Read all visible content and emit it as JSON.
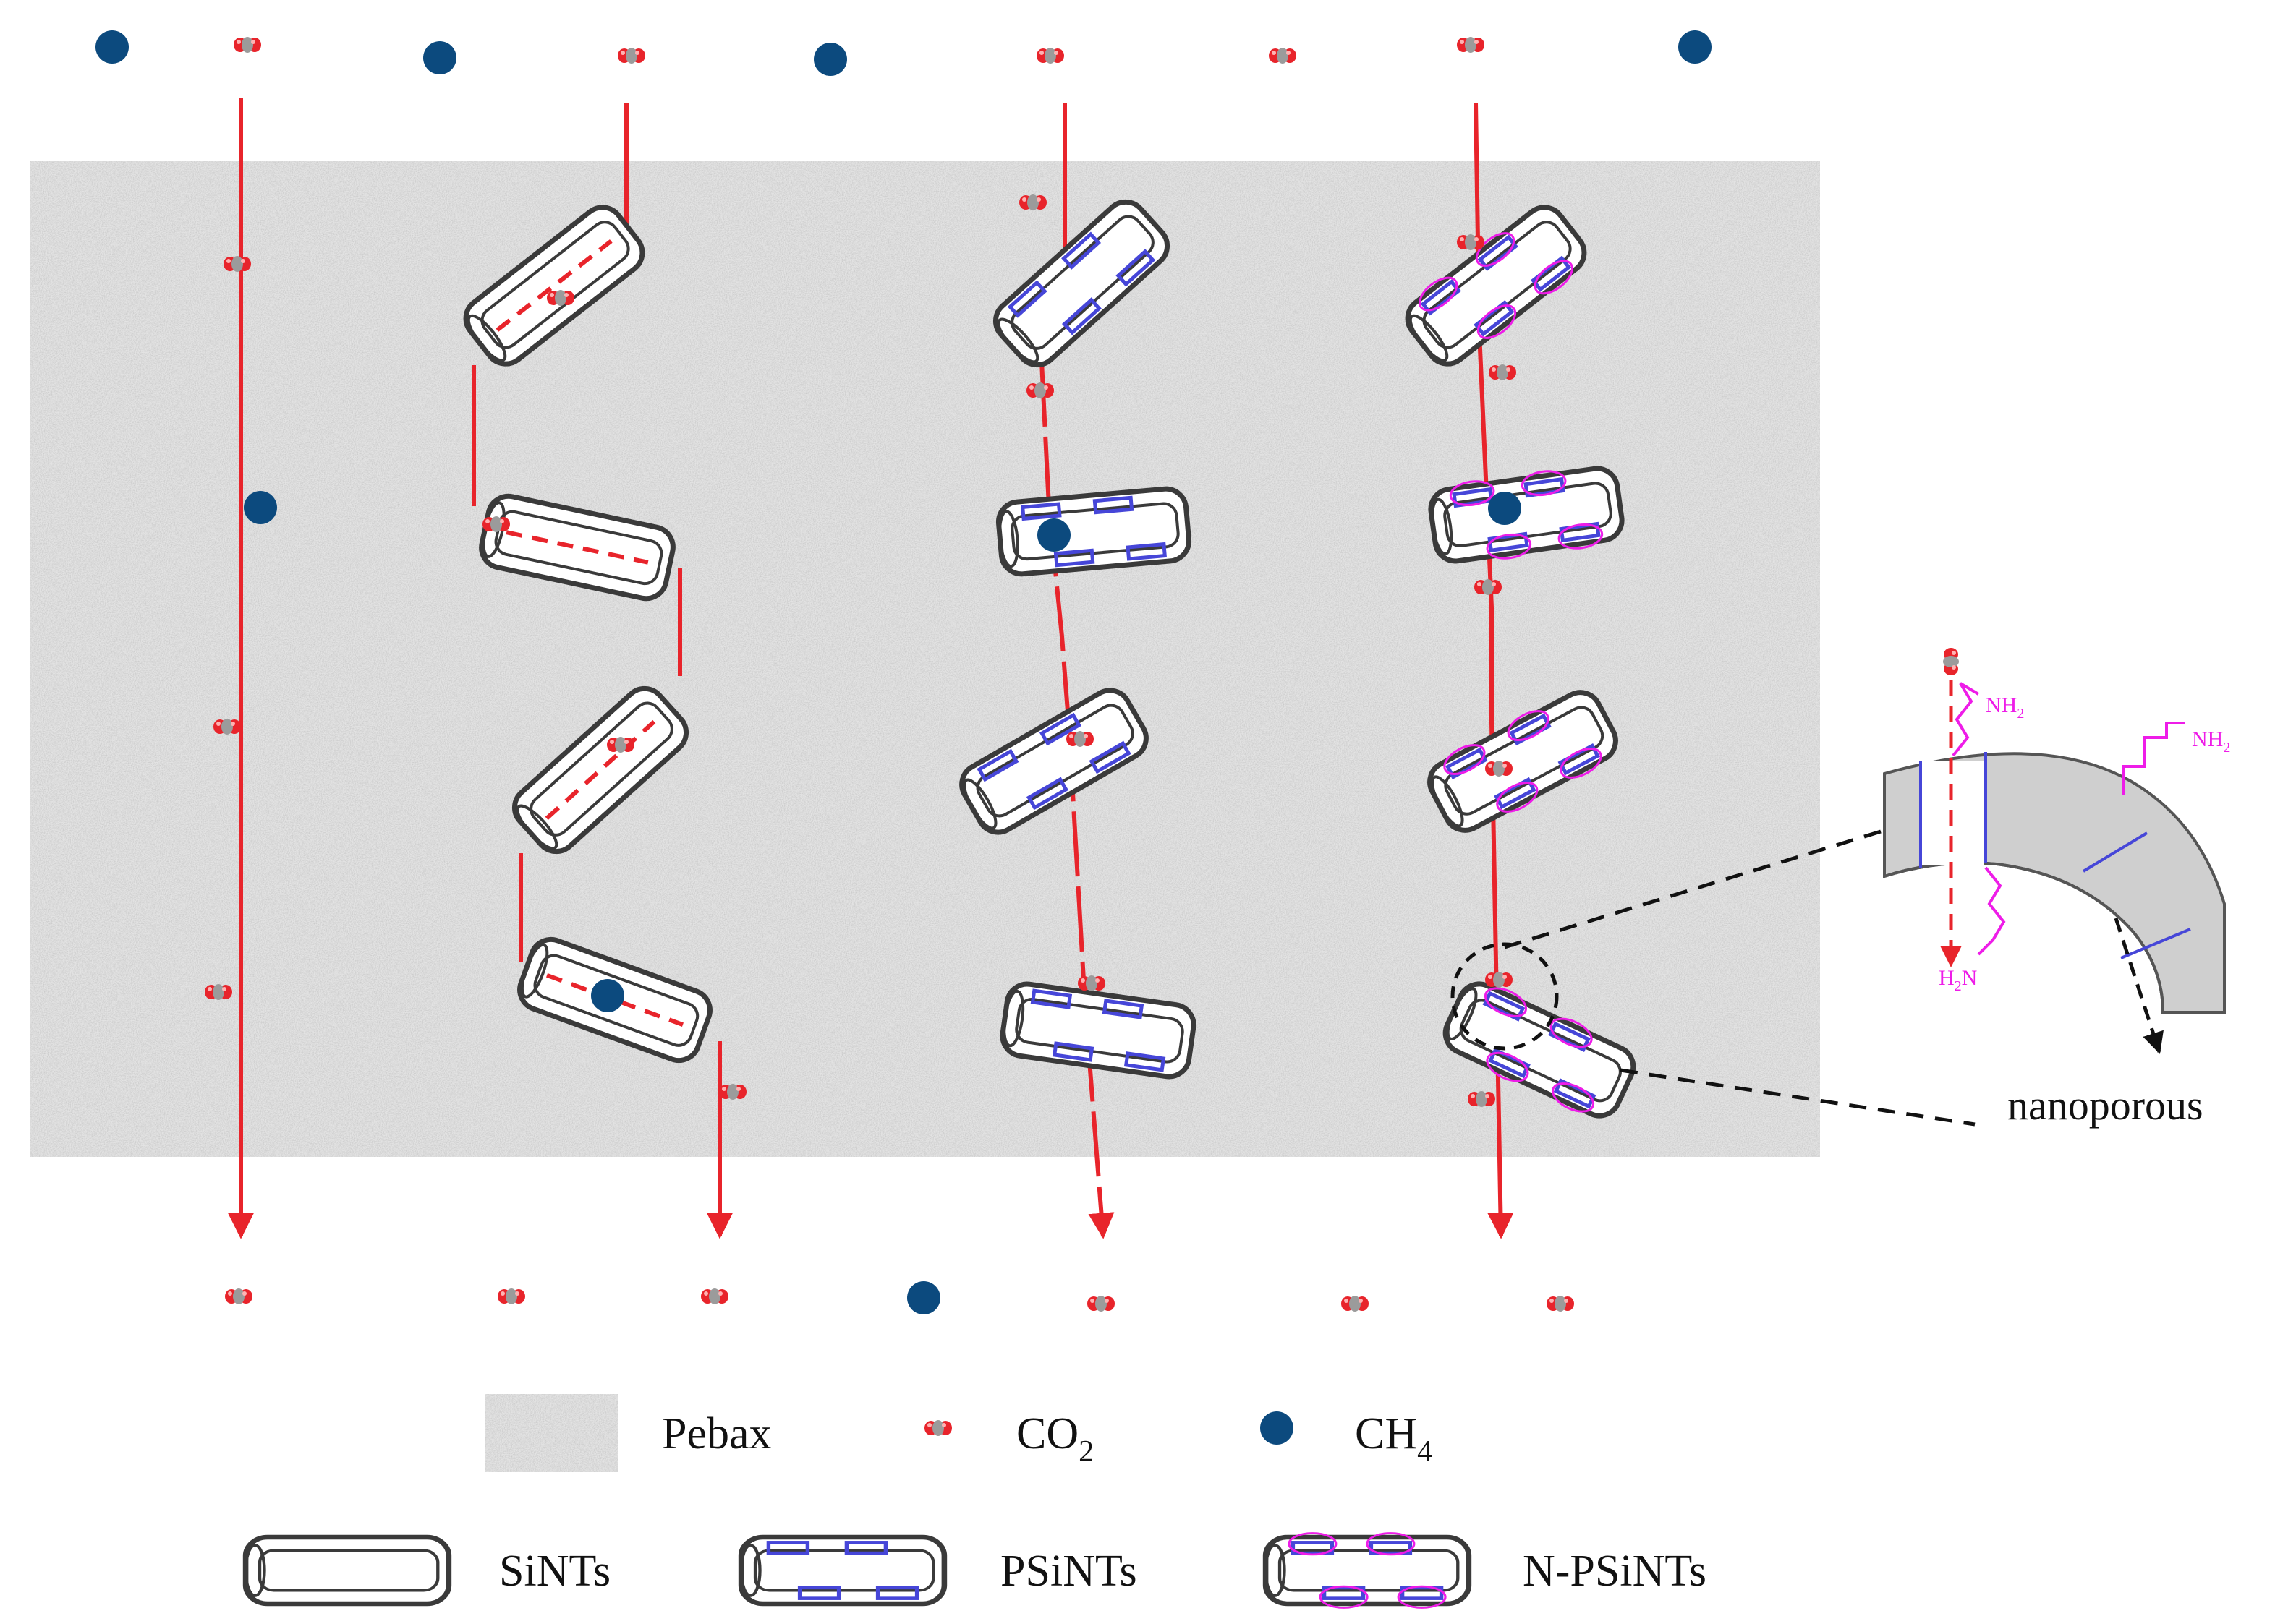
{
  "labels": {
    "nanoporous": "nanoporous",
    "nh2_top_a": "NH",
    "nh2_top_a_sub": "2",
    "nh2_top_b": "NH",
    "nh2_top_b_sub": "2",
    "h2n_prefix": "H",
    "h2n_sub": "2",
    "h2n_suffix": "N"
  },
  "legend": {
    "pebax": "Pebax",
    "co2_main": "CO",
    "co2_sub": "2",
    "ch4_main": "CH",
    "ch4_sub": "4",
    "sints": "SiNTs",
    "psints": "PSiNTs",
    "npsints": "N-PSiNTs"
  },
  "colors": {
    "path_red": "#e8242b",
    "ch4_blue": "#0c4a7e",
    "pore_blue": "#4646d8",
    "amine_magenta": "#ee1ce8",
    "tube_gray": "#3a3a3a",
    "pebax_gray": "#e3e3e3"
  },
  "icons": {
    "co2": "co2-molecule-icon",
    "ch4": "ch4-molecule-icon",
    "sints": "sints-tube-icon",
    "psints": "psints-tube-icon",
    "npsints": "npsints-tube-icon"
  }
}
